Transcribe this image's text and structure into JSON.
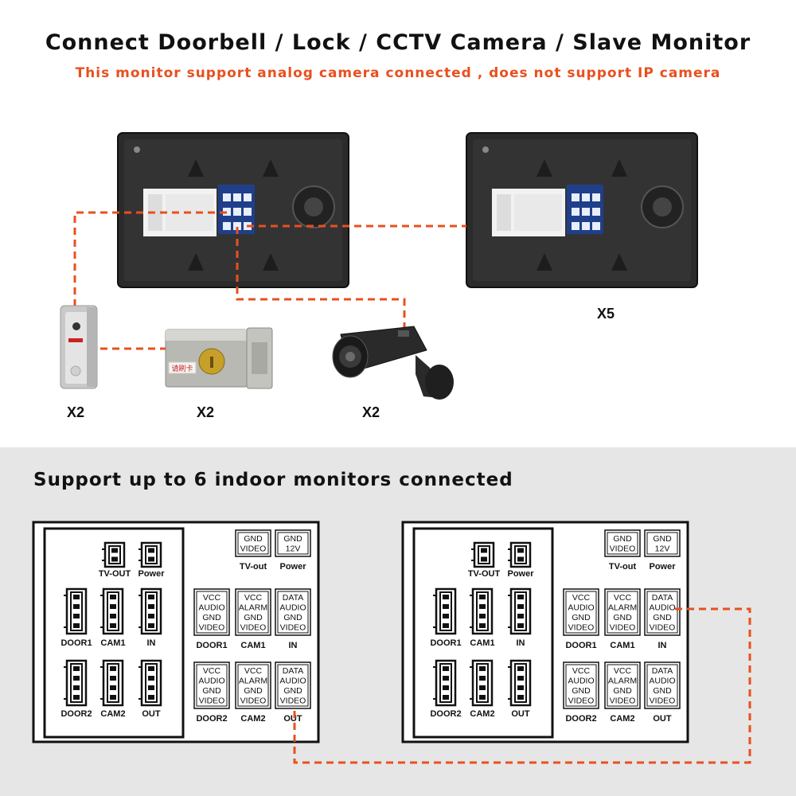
{
  "header": {
    "title": "Connect Doorbell / Lock / CCTV Camera / Slave Monitor",
    "subtitle": "This monitor support analog camera connected , does not  support IP camera"
  },
  "quantities": {
    "doorbell": "X2",
    "lock": "X2",
    "camera": "X2",
    "slave_monitor": "X5"
  },
  "lock_label": "请刷卡",
  "bottom": {
    "title": "Support up to 6 indoor monitors connected"
  },
  "panel": {
    "port_labels": {
      "tv_out": "TV-OUT",
      "power": "Power",
      "door1": "DOOR1",
      "cam1": "CAM1",
      "in": "IN",
      "door2": "DOOR2",
      "cam2": "CAM2",
      "out": "OUT"
    },
    "terminals": {
      "tv_out": {
        "lines": [
          "GND",
          "VIDEO"
        ],
        "label": "TV-out"
      },
      "power": {
        "lines": [
          "GND",
          "12V"
        ],
        "label": "Power"
      },
      "door1": {
        "lines": [
          "VCC",
          "AUDIO",
          "GND",
          "VIDEO"
        ],
        "label": "DOOR1"
      },
      "cam1": {
        "lines": [
          "VCC",
          "ALARM",
          "GND",
          "VIDEO"
        ],
        "label": "CAM1"
      },
      "in": {
        "lines": [
          "DATA",
          "AUDIO",
          "GND",
          "VIDEO"
        ],
        "label": "IN"
      },
      "door2": {
        "lines": [
          "VCC",
          "AUDIO",
          "GND",
          "VIDEO"
        ],
        "label": "DOOR2"
      },
      "cam2": {
        "lines": [
          "VCC",
          "ALARM",
          "GND",
          "VIDEO"
        ],
        "label": "CAM2"
      },
      "out": {
        "lines": [
          "DATA",
          "AUDIO",
          "GND",
          "VIDEO"
        ],
        "label": "OUT"
      }
    }
  },
  "colors": {
    "accent": "#e8501f",
    "monitor_body": "#2b2b2b",
    "connector_blue": "#1f3f8a",
    "bottom_bg": "#e6e6e6"
  }
}
